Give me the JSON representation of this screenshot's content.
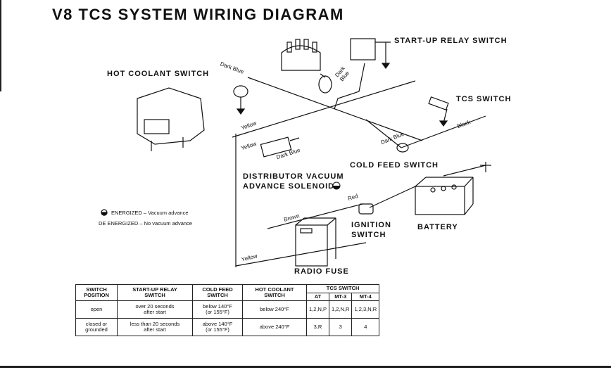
{
  "title": "V8 TCS SYSTEM WIRING DIAGRAM",
  "components": {
    "startup_relay": "START-UP RELAY SWITCH",
    "hot_coolant": "HOT COOLANT SWITCH",
    "tcs_switch": "TCS SWITCH",
    "cold_feed": "COLD FEED SWITCH",
    "distributor_line1": "DISTRIBUTOR VACUUM",
    "distributor_line2": "ADVANCE SOLENOID",
    "ignition_line1": "IGNITION",
    "ignition_line2": "SWITCH",
    "battery": "BATTERY",
    "radio_fuse": "RADIO FUSE"
  },
  "wires": {
    "dark_blue_top": "Dark Blue",
    "dark_blue_relay": "Dark\nBlue",
    "yellow_upper": "Yellow",
    "yellow_solenoid": "Yellow",
    "dark_blue_solenoid": "Dark Blue",
    "dark_blue_cold": "Dark Blue",
    "black": "Black",
    "red": "Red",
    "brown": "Brown",
    "yellow_lower": "Yellow"
  },
  "legend": {
    "energized": "ENERGIZED – Vacuum advance",
    "deenergized": "DE ENERGIZED – No vacuum advance"
  },
  "table": {
    "headers": {
      "switch_position": "SWITCH\nPOSITION",
      "startup_relay": "START-UP RELAY\nSWITCH",
      "cold_feed": "COLD FEED\nSWITCH",
      "hot_coolant": "HOT COOLANT\nSWITCH",
      "tcs_switch": "TCS SWITCH",
      "at": "AT",
      "mt3": "MT-3",
      "mt4": "MT-4"
    },
    "rows": [
      {
        "position": "open",
        "startup": "over 20 seconds\nafter start",
        "cold_feed": "below 140°F\n(or 155°F)",
        "hot_coolant": "below 240°F",
        "at": "1,2,N,P",
        "mt3": "1,2,N,R",
        "mt4": "1,2,3,N,R"
      },
      {
        "position": "closed or\ngrounded",
        "startup": "less than 20 seconds\nafter start",
        "cold_feed": "above 140°F\n(or 155°F)",
        "hot_coolant": "above 240°F",
        "at": "3,R",
        "mt3": "3",
        "mt4": "4"
      }
    ]
  }
}
